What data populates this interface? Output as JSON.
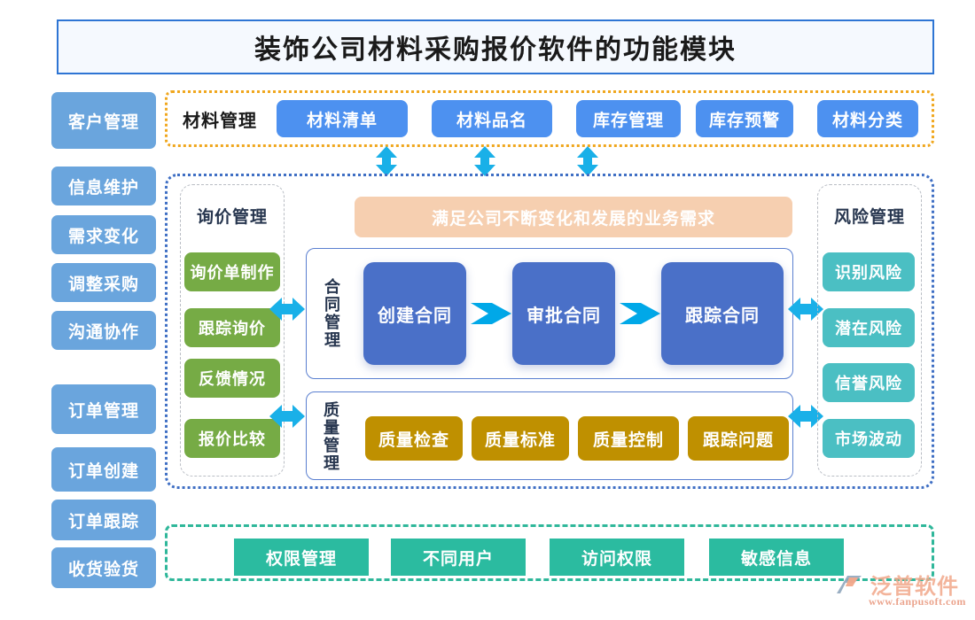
{
  "header": {
    "title": "装饰公司材料采购报价软件的功能模块"
  },
  "sidebar": {
    "items": [
      {
        "label": "客户管理"
      },
      {
        "label": "信息维护"
      },
      {
        "label": "需求变化"
      },
      {
        "label": "调整采购"
      },
      {
        "label": "沟通协作"
      },
      {
        "label": "订单管理"
      },
      {
        "label": "订单创建"
      },
      {
        "label": "订单跟踪"
      },
      {
        "label": "收货验货"
      }
    ]
  },
  "material_row": {
    "group_label": "材料管理",
    "items": [
      {
        "label": "材料清单"
      },
      {
        "label": "材料品名"
      },
      {
        "label": "库存管理"
      },
      {
        "label": "库存预警"
      },
      {
        "label": "材料分类"
      }
    ]
  },
  "inquiry": {
    "title": "询价管理",
    "items": [
      {
        "label": "询价单制作"
      },
      {
        "label": "跟踪询价"
      },
      {
        "label": "反馈情况"
      },
      {
        "label": "报价比较"
      }
    ]
  },
  "banner": {
    "text": "满足公司不断变化和发展的业务需求"
  },
  "contract": {
    "label": "合同管理",
    "steps": [
      {
        "label": "创建合同"
      },
      {
        "label": "审批合同"
      },
      {
        "label": "跟踪合同"
      }
    ]
  },
  "quality": {
    "label": "质量管理",
    "items": [
      {
        "label": "质量检查"
      },
      {
        "label": "质量标准"
      },
      {
        "label": "质量控制"
      },
      {
        "label": "跟踪问题"
      }
    ]
  },
  "risk": {
    "title": "风险管理",
    "items": [
      {
        "label": "识别风险"
      },
      {
        "label": "潜在风险"
      },
      {
        "label": "信誉风险"
      },
      {
        "label": "市场波动"
      }
    ]
  },
  "permission_row": {
    "items": [
      {
        "label": "权限管理"
      },
      {
        "label": "不同用户"
      },
      {
        "label": "访问权限"
      },
      {
        "label": "敏感信息"
      }
    ]
  },
  "watermark": {
    "brand": "泛普软件",
    "url": "www.fanpusoft.com"
  },
  "colors": {
    "title_border": "#2e75d4",
    "title_bg": "#f5f9fe",
    "sidebar_blue": "#6aa5dd",
    "pill_blue": "#4d91f0",
    "green": "#76ab45",
    "teal": "#4bbfc3",
    "gold": "#bf9000",
    "mint": "#2bbba0",
    "navy": "#4a70c8",
    "banner_peach": "#f6cfb0",
    "arrow_cyan": "#19b0e8",
    "dotted_yellow": "#f0a71e",
    "dotted_blue": "#3f6fc4",
    "dotted_teal": "#2fb79a"
  }
}
